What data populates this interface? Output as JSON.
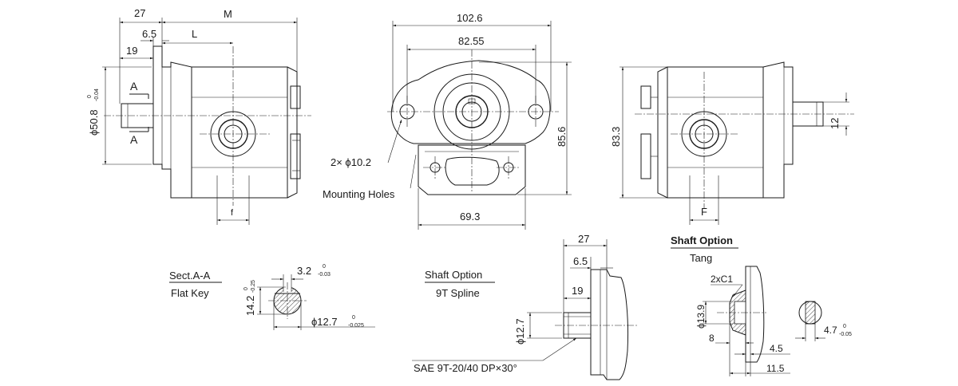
{
  "side_view": {
    "dim_27": "27",
    "dim_m": "M",
    "dim_6_5": "6.5",
    "dim_l": "L",
    "dim_19": "19",
    "section_mark_a": "A",
    "dim_diameter": "ϕ50.8",
    "dim_diameter_tol_upper": "0",
    "dim_diameter_tol_lower": "-0.04",
    "dim_f_small": "f"
  },
  "front_view": {
    "dim_102_6": "102.6",
    "dim_82_55": "82.55",
    "dim_85_6": "85.6",
    "dim_69_3": "69.3",
    "holes_callout": "2× ϕ10.2",
    "holes_label": "Mounting Holes"
  },
  "rear_view": {
    "dim_83_3": "83.3",
    "dim_12": "12",
    "dim_f_capital": "F"
  },
  "section_aa": {
    "title": "Sect.A-A",
    "subtitle": "Flat Key",
    "dim_3_2": "3.2",
    "dim_3_2_tol_upper": "0",
    "dim_3_2_tol_lower": "-0.03",
    "dim_14_2": "14.2",
    "dim_14_2_tol_upper": "0",
    "dim_14_2_tol_lower": "-0.25",
    "dim_12_7": "ϕ12.7",
    "dim_12_7_tol_upper": "0",
    "dim_12_7_tol_lower": "-0.025"
  },
  "spline_option": {
    "title": "Shaft Option",
    "subtitle": "9T Spline",
    "dim_27": "27",
    "dim_6_5": "6.5",
    "dim_19": "19",
    "dim_diameter": "ϕ12.7",
    "spec": "SAE 9T-20/40 DP×30°"
  },
  "tang_option": {
    "title": "Shaft Option",
    "subtitle": "Tang",
    "chamfer": "2xC1",
    "dim_diameter": "ϕ13.9",
    "dim_8": "8",
    "dim_4_5": "4.5",
    "dim_11_5": "11.5",
    "dim_4_7": "4.7",
    "dim_4_7_tol_upper": "0",
    "dim_4_7_tol_lower": "-0.05"
  }
}
